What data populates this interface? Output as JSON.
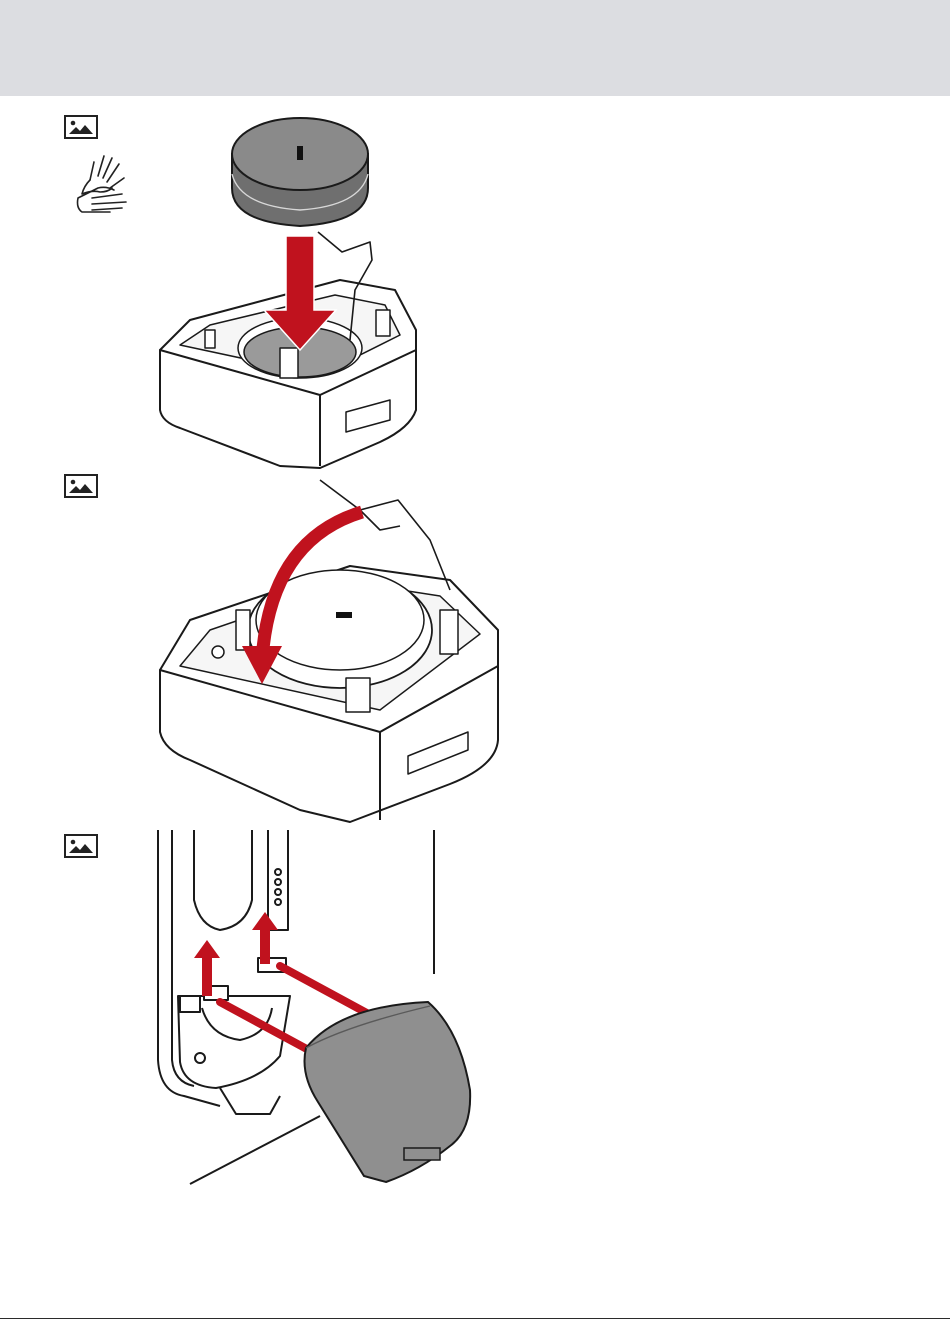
{
  "page": {
    "background": "#ffffff",
    "header_band_color": "#dcdde1",
    "accent_arrow_color": "#c0121e"
  },
  "steps": [
    {
      "icons": [
        "image-icon",
        "protective-gloves-icon"
      ],
      "illustration": "insert-cartridge-into-housing"
    },
    {
      "icons": [
        "image-icon"
      ],
      "illustration": "close-retaining-clip-over-cartridge"
    },
    {
      "icons": [
        "image-icon"
      ],
      "illustration": "attach-cover-to-wall-bracket"
    }
  ]
}
